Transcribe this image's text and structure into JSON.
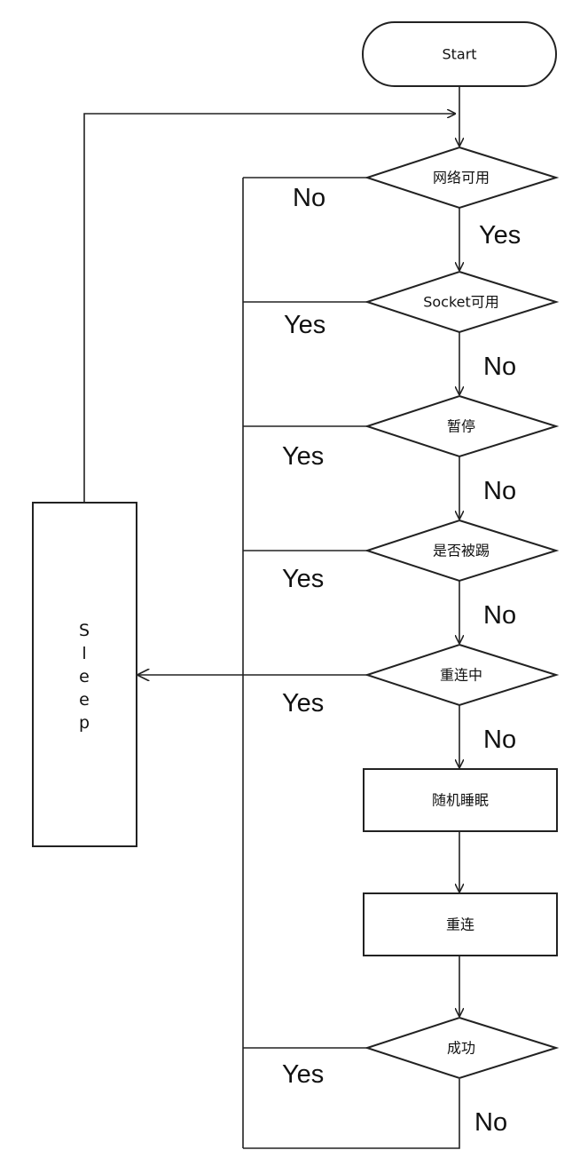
{
  "nodes": {
    "start": "Start",
    "network": "网络可用",
    "socket": "Socket可用",
    "pause": "暂停",
    "kicked": "是否被踢",
    "reconnecting": "重连中",
    "random_sleep": "随机睡眠",
    "reconnect": "重连",
    "success": "成功",
    "sleep": [
      "S",
      "l",
      "e",
      "e",
      "p"
    ]
  },
  "labels": {
    "network_no": "No",
    "network_yes": "Yes",
    "socket_yes": "Yes",
    "socket_no": "No",
    "pause_yes": "Yes",
    "pause_no": "No",
    "kicked_yes": "Yes",
    "kicked_no": "No",
    "reconnecting_yes": "Yes",
    "reconnecting_no": "No",
    "success_yes": "Yes",
    "success_no": "No"
  }
}
